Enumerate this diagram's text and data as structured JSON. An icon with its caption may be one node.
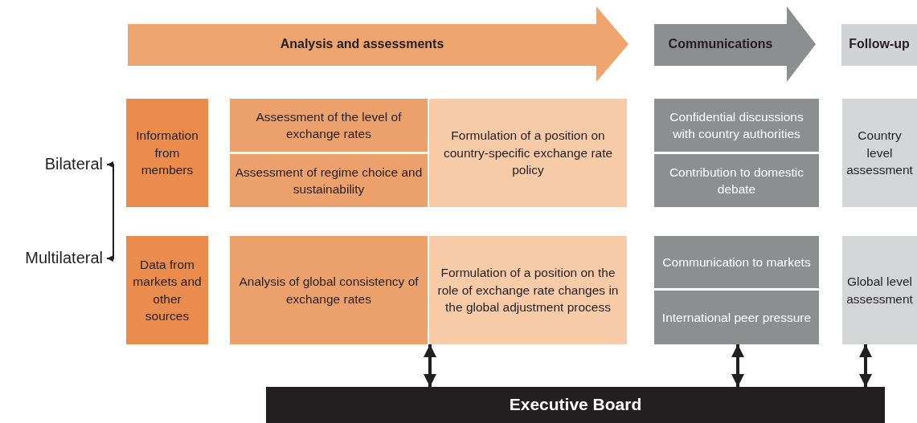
{
  "diagram": {
    "nodes": [
      {
        "text": [
          "Analysis and assessments"
        ]
      },
      {
        "text": [
          "Communications"
        ]
      },
      {
        "text": [
          "Follow-up"
        ]
      },
      {
        "text": [
          "Information from members"
        ]
      },
      {
        "text": [
          "Assessment of the level of exchange rates"
        ]
      },
      {
        "text": [
          "Assessment of regime choice and sustainability"
        ]
      },
      {
        "text": [
          "Formulation of a position on country-specific exchange rate policy"
        ]
      },
      {
        "text": [
          "Confidential discussions with country authorities"
        ]
      },
      {
        "text": [
          "Contribution to domestic debate"
        ]
      },
      {
        "text": [
          "Country level assessment"
        ]
      },
      {
        "text": [
          "Data from markets and other sources"
        ]
      },
      {
        "text": [
          "Analysis of global consistency of exchange rates"
        ]
      },
      {
        "text": [
          "Formulation of a position on the role of exchange rate changes in the global adjustment process"
        ]
      },
      {
        "text": [
          "Communication to markets"
        ]
      },
      {
        "text": [
          "International peer pressure"
        ]
      },
      {
        "text": [
          "Global level assessment"
        ]
      },
      {
        "text": [
          "Executive Board"
        ]
      },
      {
        "text": [
          "Bilateral"
        ]
      },
      {
        "text": [
          "Multilateral"
        ]
      }
    ],
    "edges": [
      {
        "from": 16,
        "to": 12,
        "arrow": "both"
      },
      {
        "from": 16,
        "to": 14,
        "arrow": "both"
      },
      {
        "from": 16,
        "to": 15,
        "arrow": "both"
      },
      {
        "from": 17,
        "to": 18,
        "arrow": "both"
      }
    ]
  }
}
